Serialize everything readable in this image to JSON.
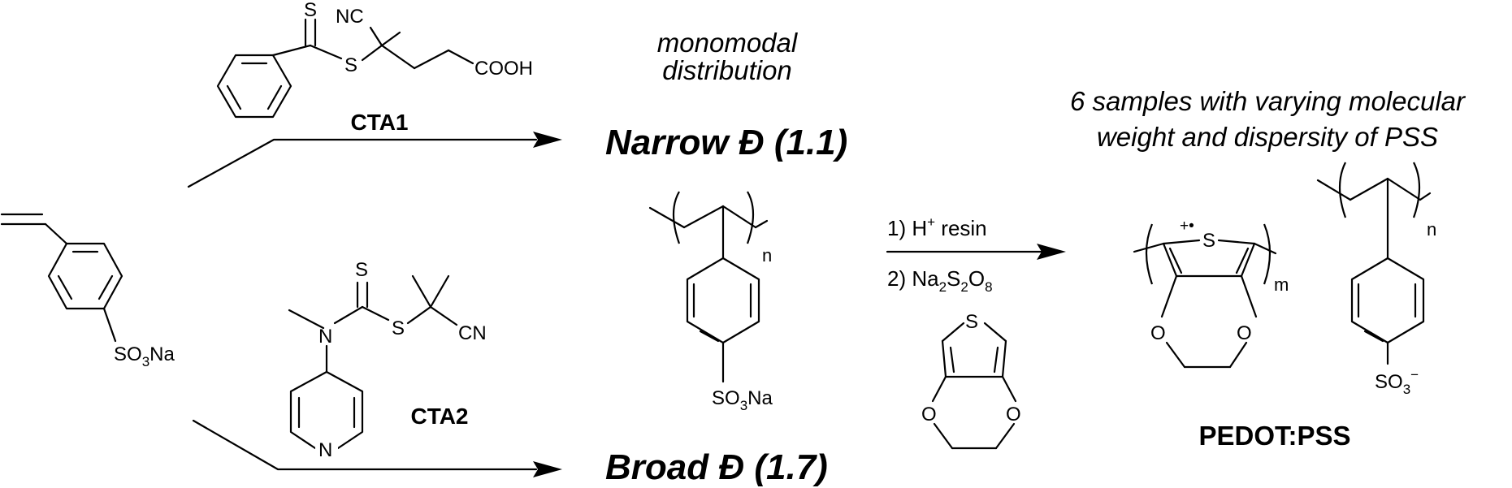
{
  "cta1": {
    "label": "CTA1",
    "atoms": {
      "s_top": "S",
      "s_link": "S",
      "nc": "NC",
      "acid": "COOH"
    }
  },
  "cta2": {
    "label": "CTA2",
    "atoms": {
      "s_top": "S",
      "n_amine": "N",
      "s_link": "S",
      "cn": "CN",
      "n_ring": "N"
    }
  },
  "monomer": {
    "group_main": "SO",
    "group_sub": "3",
    "group_tail": "Na"
  },
  "narrow": {
    "note_line1": "monomodal",
    "note_line2": "distribution",
    "label": "Narrow Đ (1.1)"
  },
  "broad": {
    "label": "Broad Đ (1.7)"
  },
  "polymer": {
    "subscript_n": "n",
    "group_main": "SO",
    "group_sub": "3",
    "group_tail": "Na"
  },
  "conditions": {
    "step1_prefix": "1) H",
    "step1_sup": "+",
    "step1_suffix": " resin",
    "step2_prefix": "2) Na",
    "step2_sub1": "2",
    "step2_mid": "S",
    "step2_sub2": "2",
    "step2_mid2": "O",
    "step2_sub3": "8"
  },
  "edot": {
    "s": "S",
    "o_left": "O",
    "o_right": "O"
  },
  "product": {
    "note_line1": "6 samples with varying molecular",
    "note_line2": "weight and dispersity of PSS",
    "pedot_charge": "+•",
    "pedot_s": "S",
    "pedot_o_left": "O",
    "pedot_o_right": "O",
    "pedot_m": "m",
    "pss_n": "n",
    "pss_group_main": "SO",
    "pss_group_sub": "3",
    "pss_group_sup": "−",
    "label": "PEDOT:PSS"
  }
}
